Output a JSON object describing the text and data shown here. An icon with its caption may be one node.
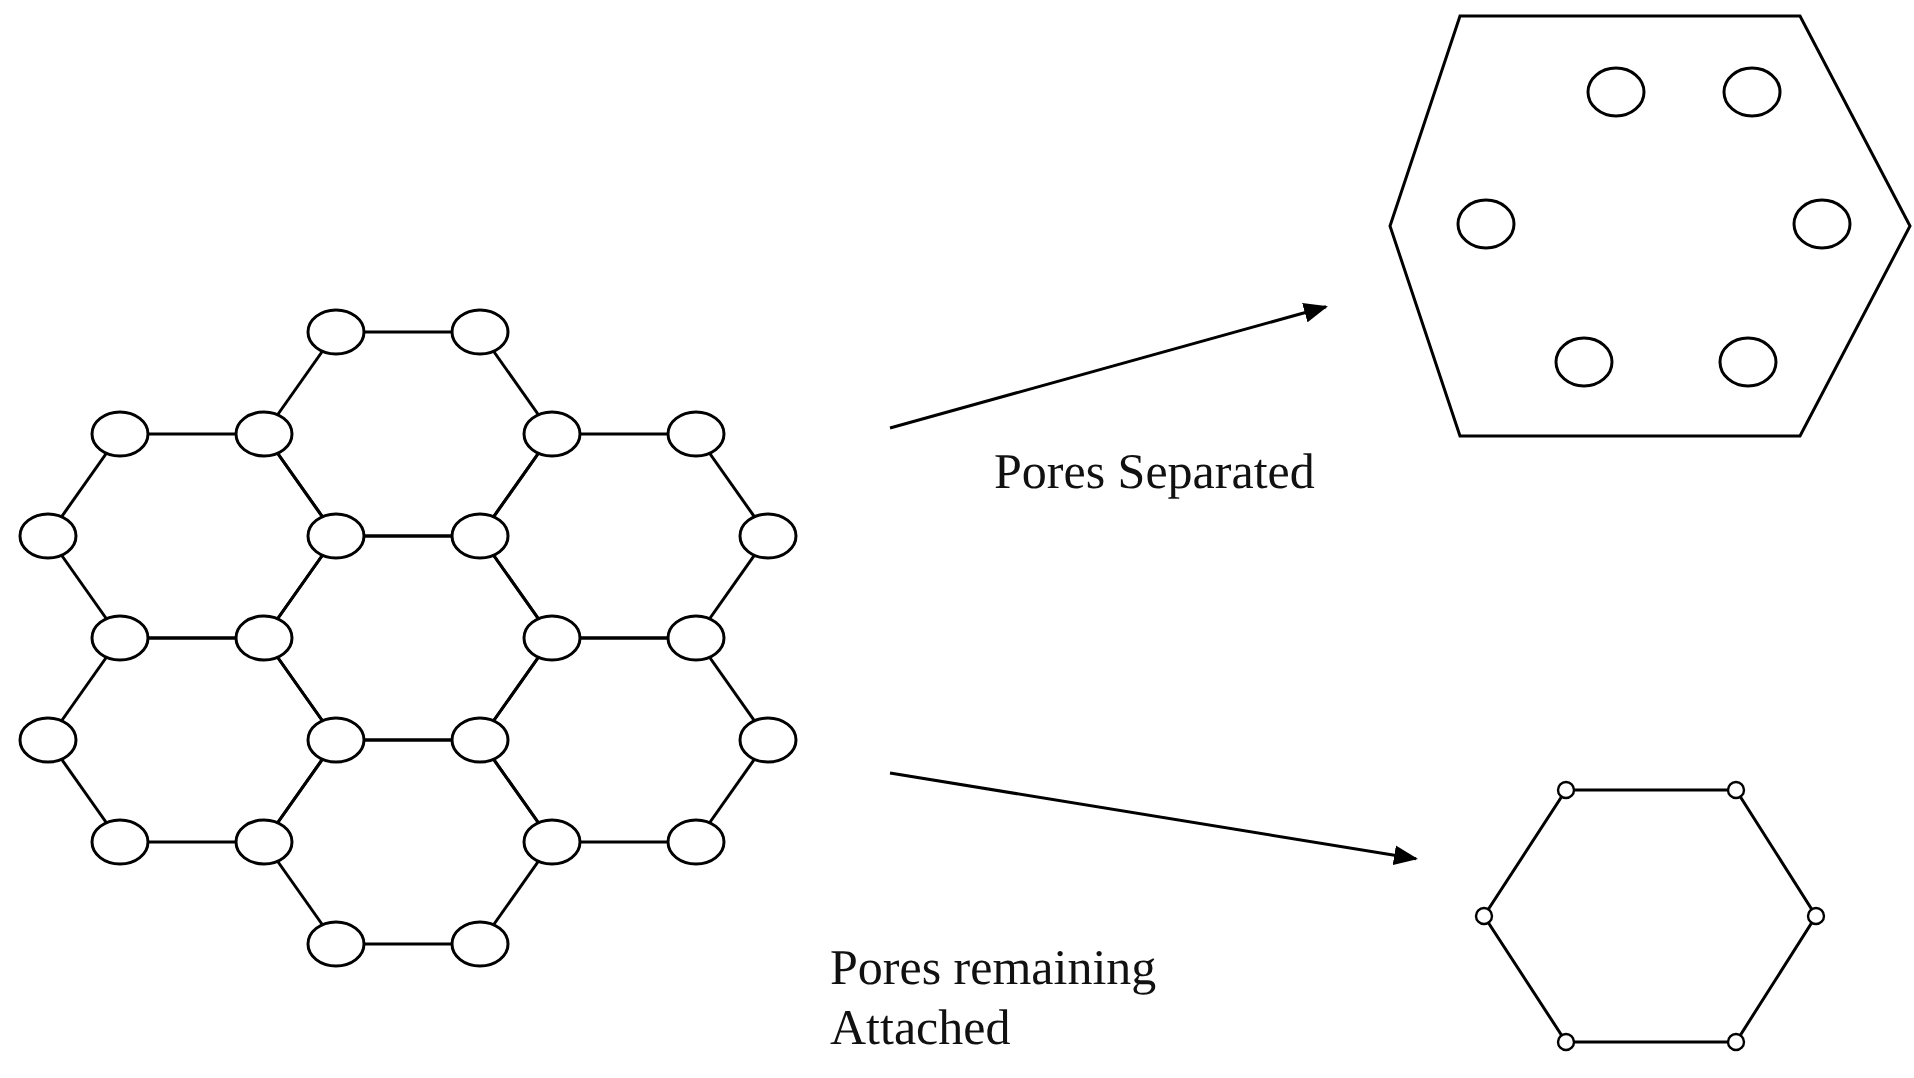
{
  "diagram": {
    "nodes": [
      {
        "text": [],
        "shape": "picture"
      },
      {
        "text": [],
        "shape": "picture"
      },
      {
        "text": [],
        "shape": "picture"
      }
    ],
    "edges": [
      {
        "from": 0,
        "to": 1,
        "arrow": "to",
        "label": "Pores Separated"
      },
      {
        "from": 0,
        "to": 2,
        "arrow": "to",
        "label": "Pores remaining Attached"
      }
    ]
  }
}
